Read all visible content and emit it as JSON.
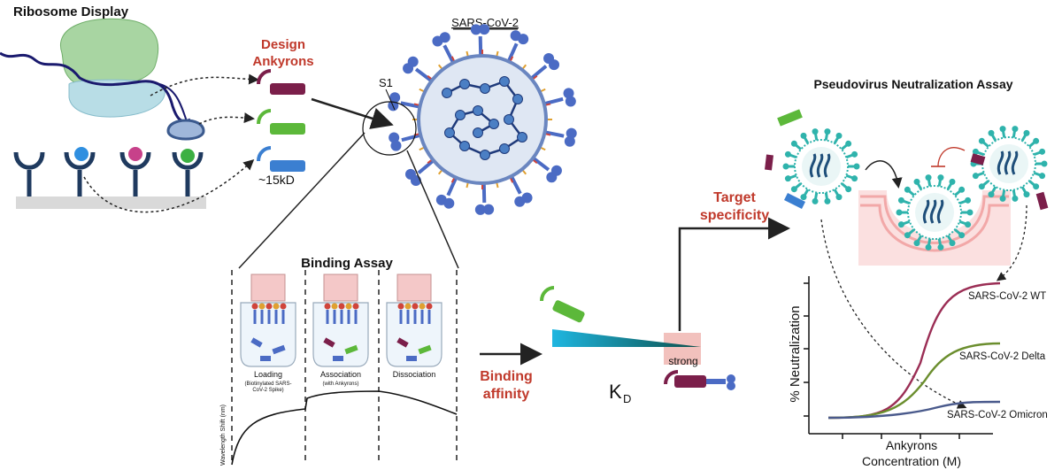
{
  "ribosome_display": {
    "title": "Ribosome Display",
    "design_label_line1": "Design",
    "design_label_line2": "Ankyrons",
    "size_label": "~15kD"
  },
  "virus": {
    "title": "SARS-CoV-2",
    "s1_label": "S1"
  },
  "binding_assay": {
    "title": "Binding Assay",
    "loading_label": "Loading",
    "loading_sub_line1": "(Biotinylated SARS-",
    "loading_sub_line2": "CoV-2 Spike)",
    "association_label": "Association",
    "association_sub": "(with Ankyrons)",
    "dissociation_label": "Dissociation",
    "y_axis_label": "Wavelength Shift (nm)"
  },
  "binding_affinity": {
    "line1": "Binding",
    "line2": "affinity",
    "kd_letter": "K",
    "kd_sub": "D",
    "strong_label": "strong"
  },
  "target_specificity": {
    "line1": "Target",
    "line2": "specificity"
  },
  "neutralization": {
    "title": "Pseudovirus Neutralization Assay",
    "y_axis_label": "% Neutralization",
    "x_axis_line1": "Ankyrons",
    "x_axis_line2": "Concentration (M)",
    "series": [
      {
        "name": "SARS-CoV-2 WT",
        "color": "#9b2e55"
      },
      {
        "name": "SARS-CoV-2 Delta",
        "color": "#6b8e2e"
      },
      {
        "name": "SARS-CoV-2 Omicron",
        "color": "#4a5a8c"
      }
    ]
  },
  "colors": {
    "accent_red": "#c0392b",
    "ankyron_purple": "#7b1f4a",
    "ankyron_green": "#5cb83a",
    "ankyron_blue": "#3b7fd1",
    "spike_blue": "#4b6bc4",
    "teal": "#2fb3ac"
  }
}
